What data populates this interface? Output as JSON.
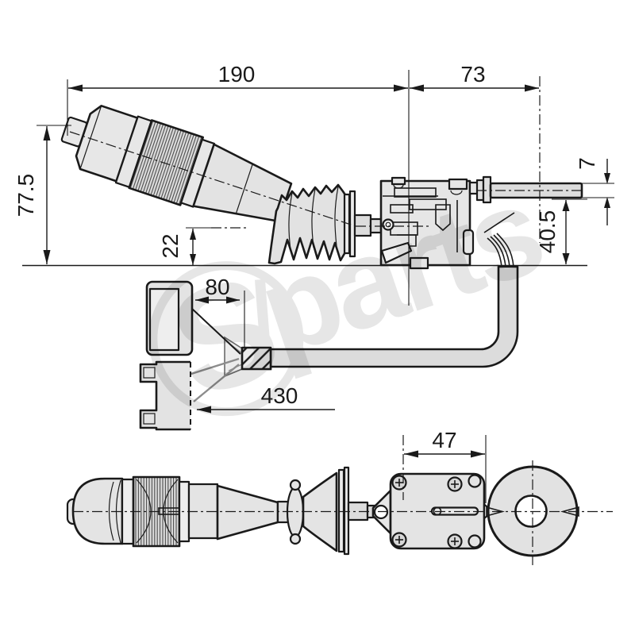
{
  "drawing": {
    "dimensions": {
      "total_length": "190",
      "body_length": "73",
      "lever_height": "77.5",
      "axis_height": "22",
      "bar_thickness": "7",
      "bar_height": "40.5",
      "wire_breakout": "80",
      "cable_length": "430",
      "plate_width": "47"
    },
    "watermark": {
      "logo_letter": "S",
      "logo_text": "parts",
      "color": "#d6d6d6"
    },
    "colors": {
      "line": "#1a1a1a",
      "fill_light": "#e6e6e6",
      "fill_mid": "#dcdcdc",
      "background": "#ffffff"
    }
  }
}
